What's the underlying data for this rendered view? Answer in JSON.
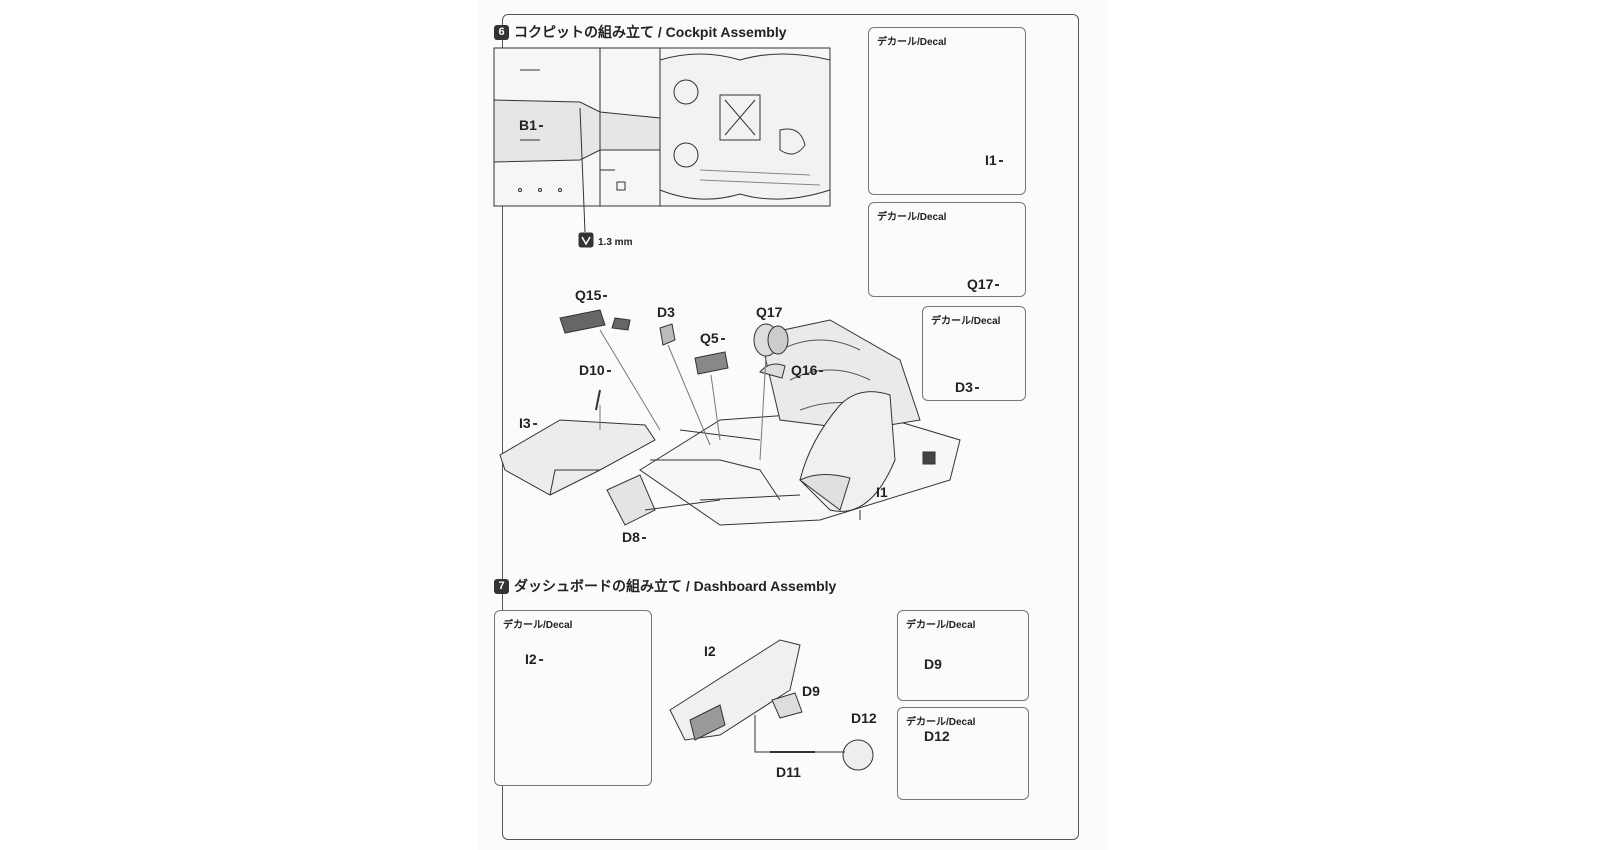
{
  "step6": {
    "number": "6",
    "title": "コクピットの組み立て / Cockpit Assembly",
    "b1": "B1",
    "drill": "1.3 mm",
    "panel1_title": "デカール/Decal",
    "panel1_part": "I1",
    "panel2_title": "デカール/Decal",
    "panel2_part": "Q17",
    "panel3_title": "デカール/Decal",
    "panel3_part": "D3",
    "parts": {
      "q15": "Q15",
      "d3": "D3",
      "q17": "Q17",
      "q5": "Q5",
      "q16": "Q16",
      "d10": "D10",
      "i3": "I3",
      "i1": "I1",
      "d8": "D8"
    }
  },
  "step7": {
    "number": "7",
    "title": "ダッシュボードの組み立て / Dashboard Assembly",
    "panel_left_title": "デカール/Decal",
    "panel_left_part": "I2",
    "main_i2": "I2",
    "main_d9": "D9",
    "main_d12": "D12",
    "main_d11": "D11",
    "panel_d9_title": "デカール/Decal",
    "panel_d9_part": "D9",
    "panel_d12_title": "デカール/Decal",
    "panel_d12_part": "D12"
  }
}
